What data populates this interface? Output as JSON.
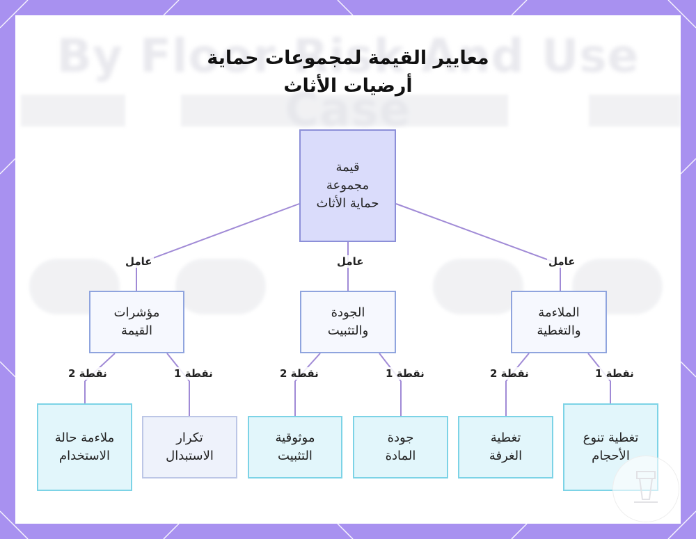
{
  "title": {
    "line1": "معايير القيمة لمجموعات حماية",
    "line2": "أرضيات الأثاث"
  },
  "root": {
    "label": "قيمة مجموعة حماية الأثاث"
  },
  "edge_label": "عامل",
  "factors": [
    {
      "label": "مؤشرات القيمة"
    },
    {
      "label": "الجودة والتثبيت"
    },
    {
      "label": "الملاءمة والتغطية"
    }
  ],
  "point_labels": {
    "p1": "نقطة 1",
    "p2": "نقطة 2"
  },
  "points": [
    {
      "label": "ملاءمة حالة الاستخدام"
    },
    {
      "label": "تكرار الاستبدال"
    },
    {
      "label": "موثوقية التثبيت"
    },
    {
      "label": "جودة المادة"
    },
    {
      "label": "تغطية الغرفة"
    },
    {
      "label": "تغطية تنوع الأحجام"
    }
  ],
  "colors": {
    "border": "#a891f0",
    "line": "#a08ad6",
    "root_fill": "#dadcfb",
    "leaf_fill": "#e2f6fb"
  }
}
